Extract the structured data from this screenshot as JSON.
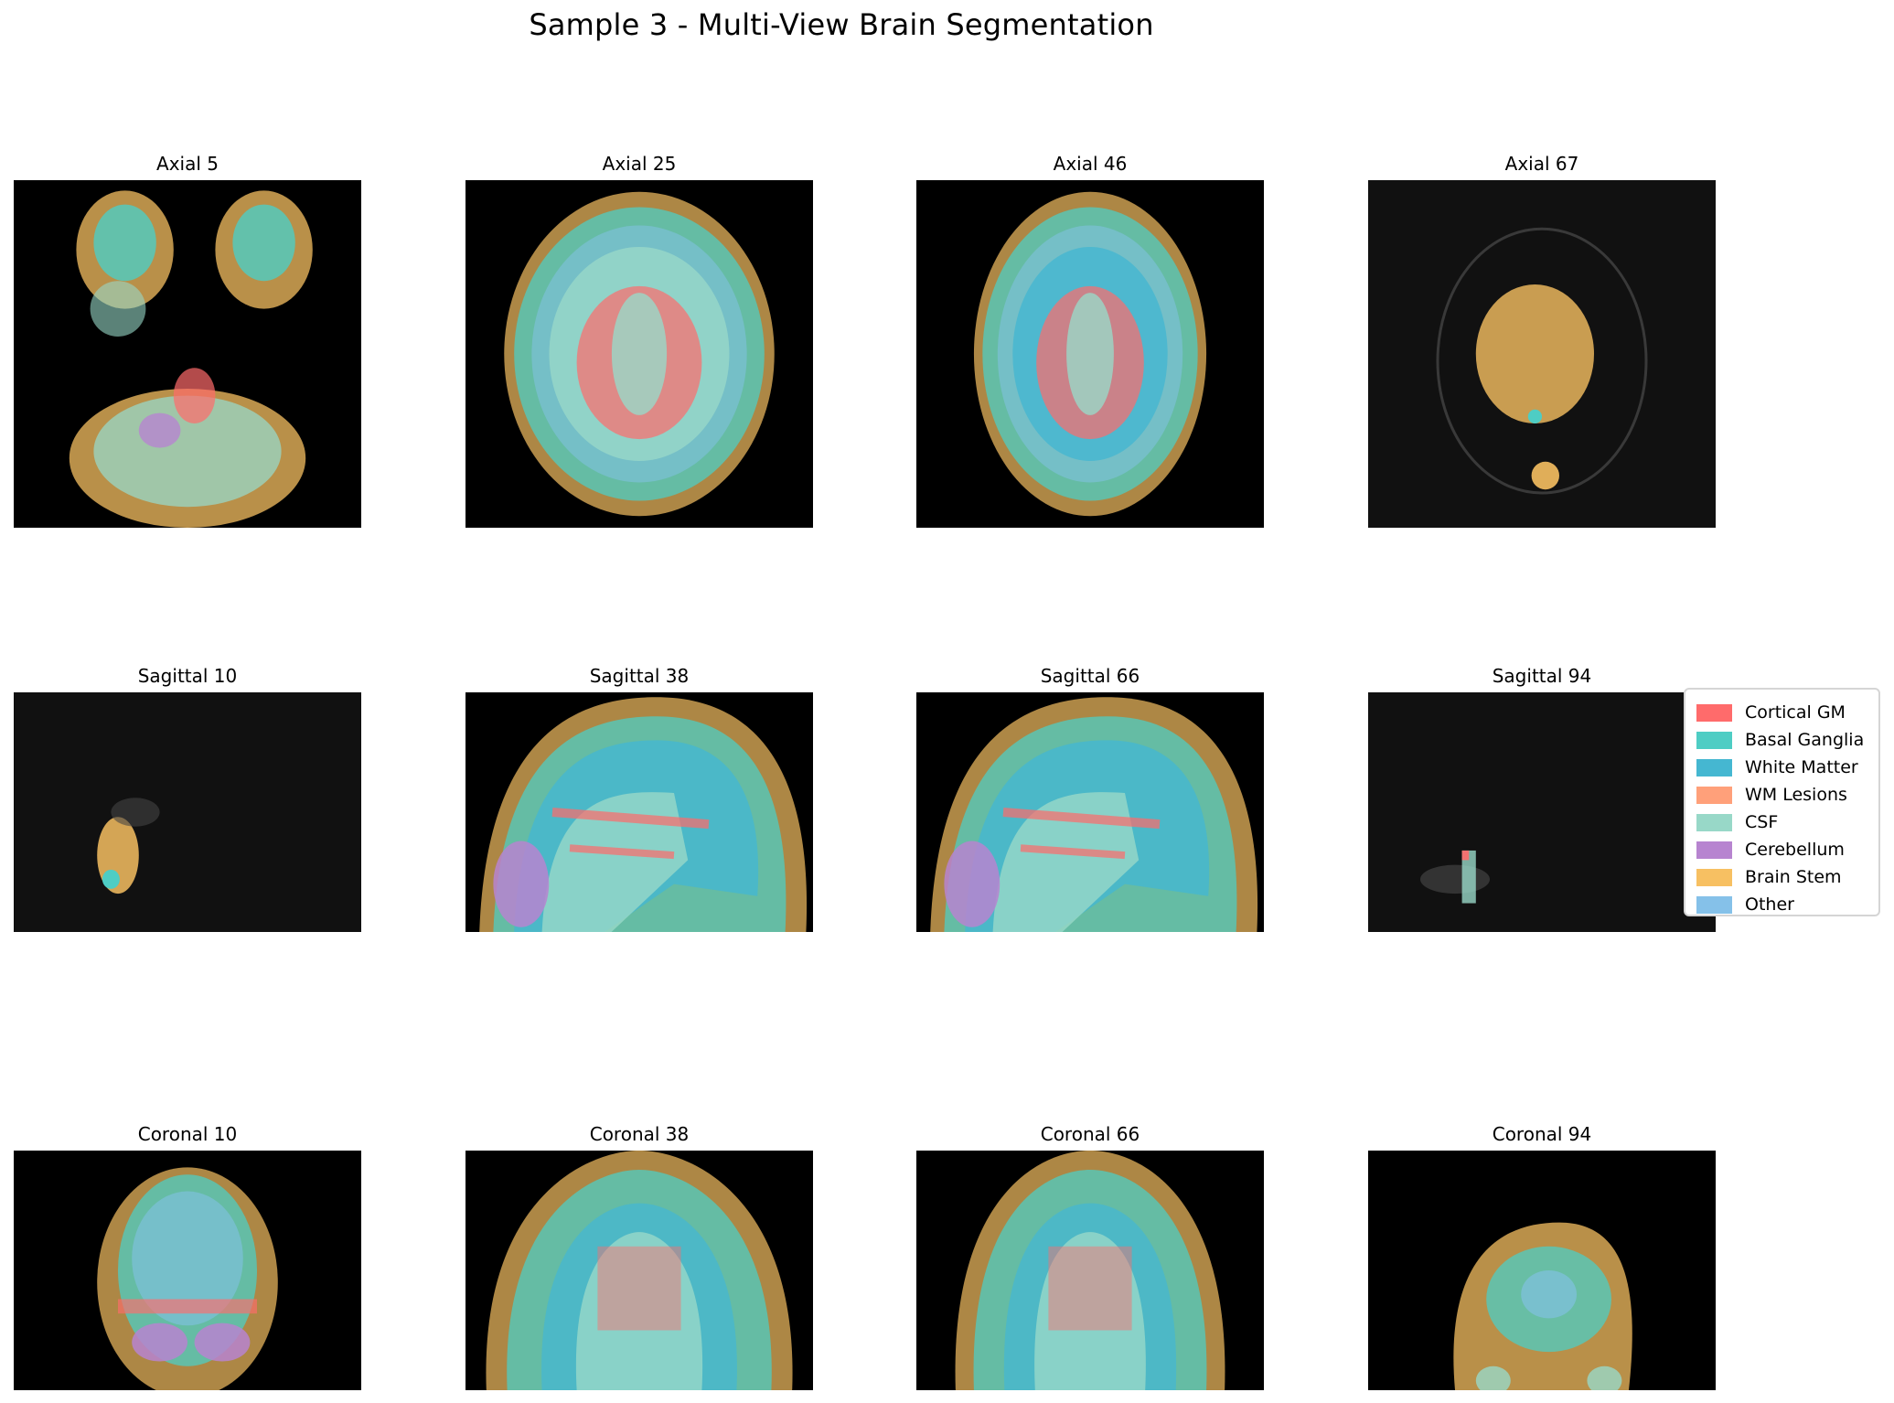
{
  "title": "Sample 3 - Multi-View Brain Segmentation",
  "panels": [
    {
      "title": "Axial 5",
      "view": "axial",
      "variant": "low"
    },
    {
      "title": "Axial 25",
      "view": "axial",
      "variant": "mid"
    },
    {
      "title": "Axial 46",
      "view": "axial",
      "variant": "upper"
    },
    {
      "title": "Axial 67",
      "view": "axial",
      "variant": "top"
    },
    {
      "title": "Sagittal 10",
      "view": "sagittal",
      "variant": "edge"
    },
    {
      "title": "Sagittal 38",
      "view": "sagittal",
      "variant": "mid"
    },
    {
      "title": "Sagittal 66",
      "view": "sagittal",
      "variant": "mid2"
    },
    {
      "title": "Sagittal 94",
      "view": "sagittal",
      "variant": "edge2"
    },
    {
      "title": "Coronal 10",
      "view": "coronal",
      "variant": "back"
    },
    {
      "title": "Coronal 38",
      "view": "coronal",
      "variant": "mid"
    },
    {
      "title": "Coronal 66",
      "view": "coronal",
      "variant": "mid2"
    },
    {
      "title": "Coronal 94",
      "view": "coronal",
      "variant": "front"
    }
  ],
  "legend": [
    {
      "label": "Cortical GM",
      "color": "#ff6b6b"
    },
    {
      "label": "Basal Ganglia",
      "color": "#4ecdc4"
    },
    {
      "label": "White Matter",
      "color": "#45b7d1"
    },
    {
      "label": "WM Lesions",
      "color": "#ffa07a"
    },
    {
      "label": "CSF",
      "color": "#98d8c8"
    },
    {
      "label": "Cerebellum",
      "color": "#b784d0"
    },
    {
      "label": "Brain Stem",
      "color": "#f7c062"
    },
    {
      "label": "Other",
      "color": "#85c1e9"
    }
  ]
}
